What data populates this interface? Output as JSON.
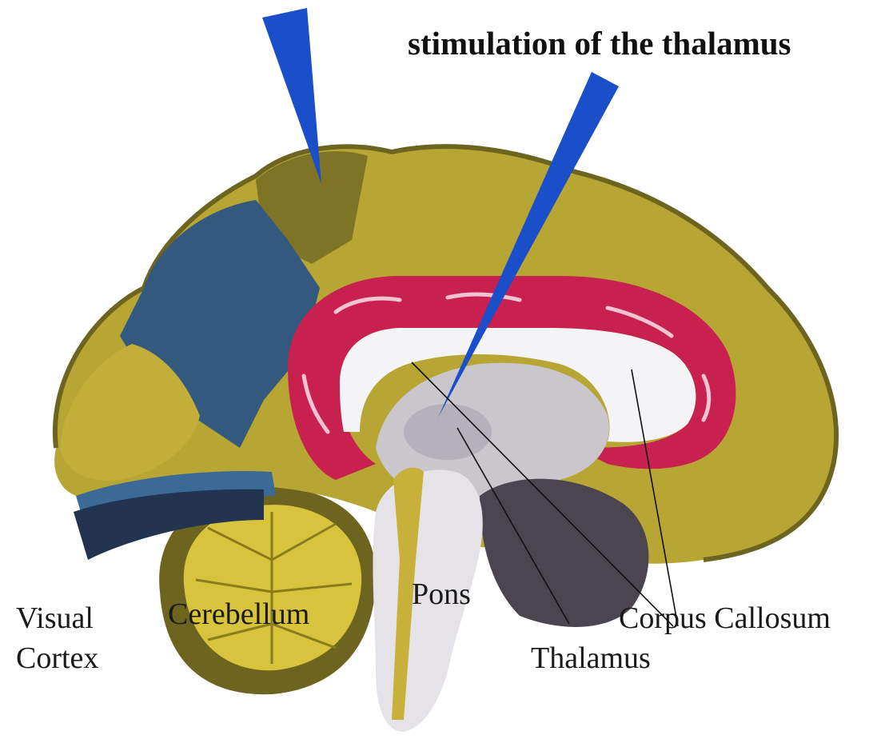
{
  "headline": "stimulation of the thalamus",
  "labels": {
    "visual_cortex_line1": "Visual",
    "visual_cortex_line2": "Cortex",
    "cerebellum": "Cerebellum",
    "pons": "Pons",
    "thalamus": "Thalamus",
    "corpus_callosum": "Corpus Callosum"
  },
  "colors": {
    "probe": "#1a4fc9",
    "cortex_olive": "#b7a634",
    "cortex_olive_dark": "#6d6420",
    "occipital_blue": "#34597f",
    "limbic_red": "#c8204f",
    "cerebellum_yellow": "#d8c43c",
    "brainstem_grey": "#c9c6cc",
    "ventricle_white": "#f4f4f6",
    "midbrain_dark": "#4b4550"
  },
  "icons": [
    "electrode-probe-icon"
  ]
}
